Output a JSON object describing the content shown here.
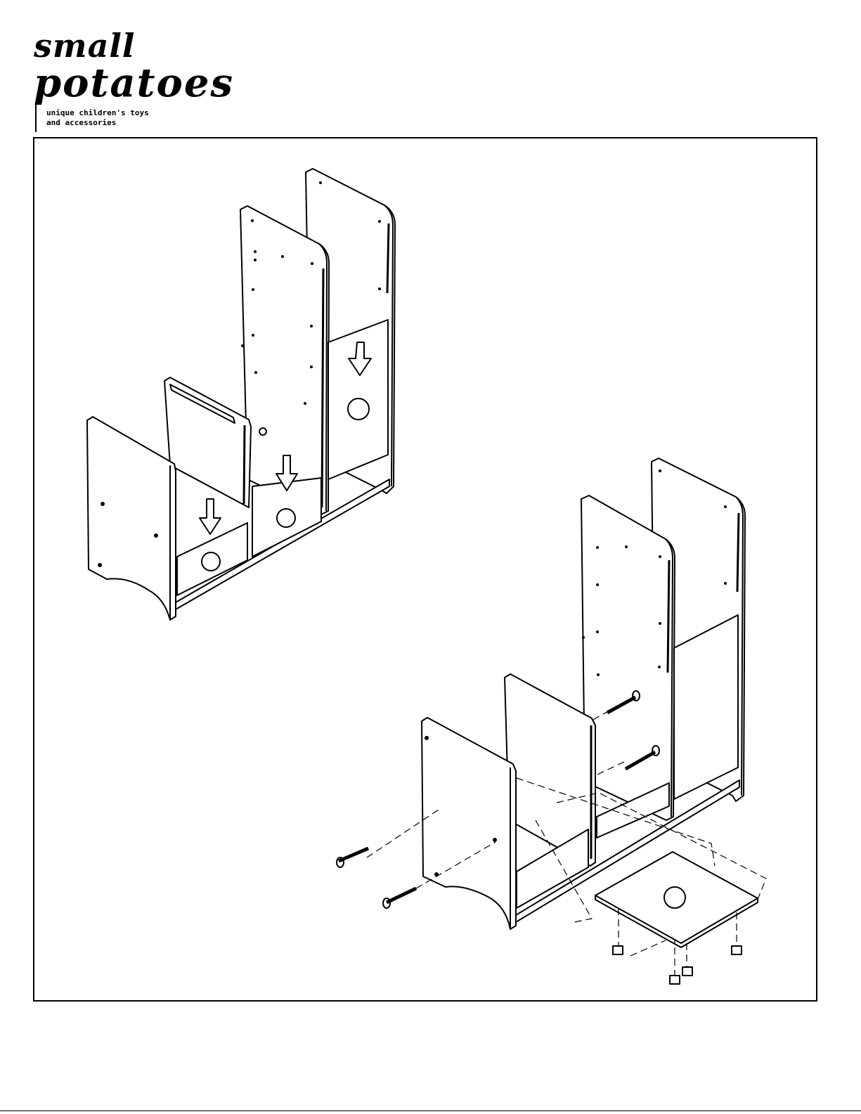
{
  "logo": {
    "line1": "small",
    "line2": "potatoes",
    "tagline1": "unique children's toys",
    "tagline2": "and accessories"
  },
  "figure": {
    "step_a": "bins slide down into slots between panels",
    "step_b": "bolts, base panel and caster feet attach"
  }
}
